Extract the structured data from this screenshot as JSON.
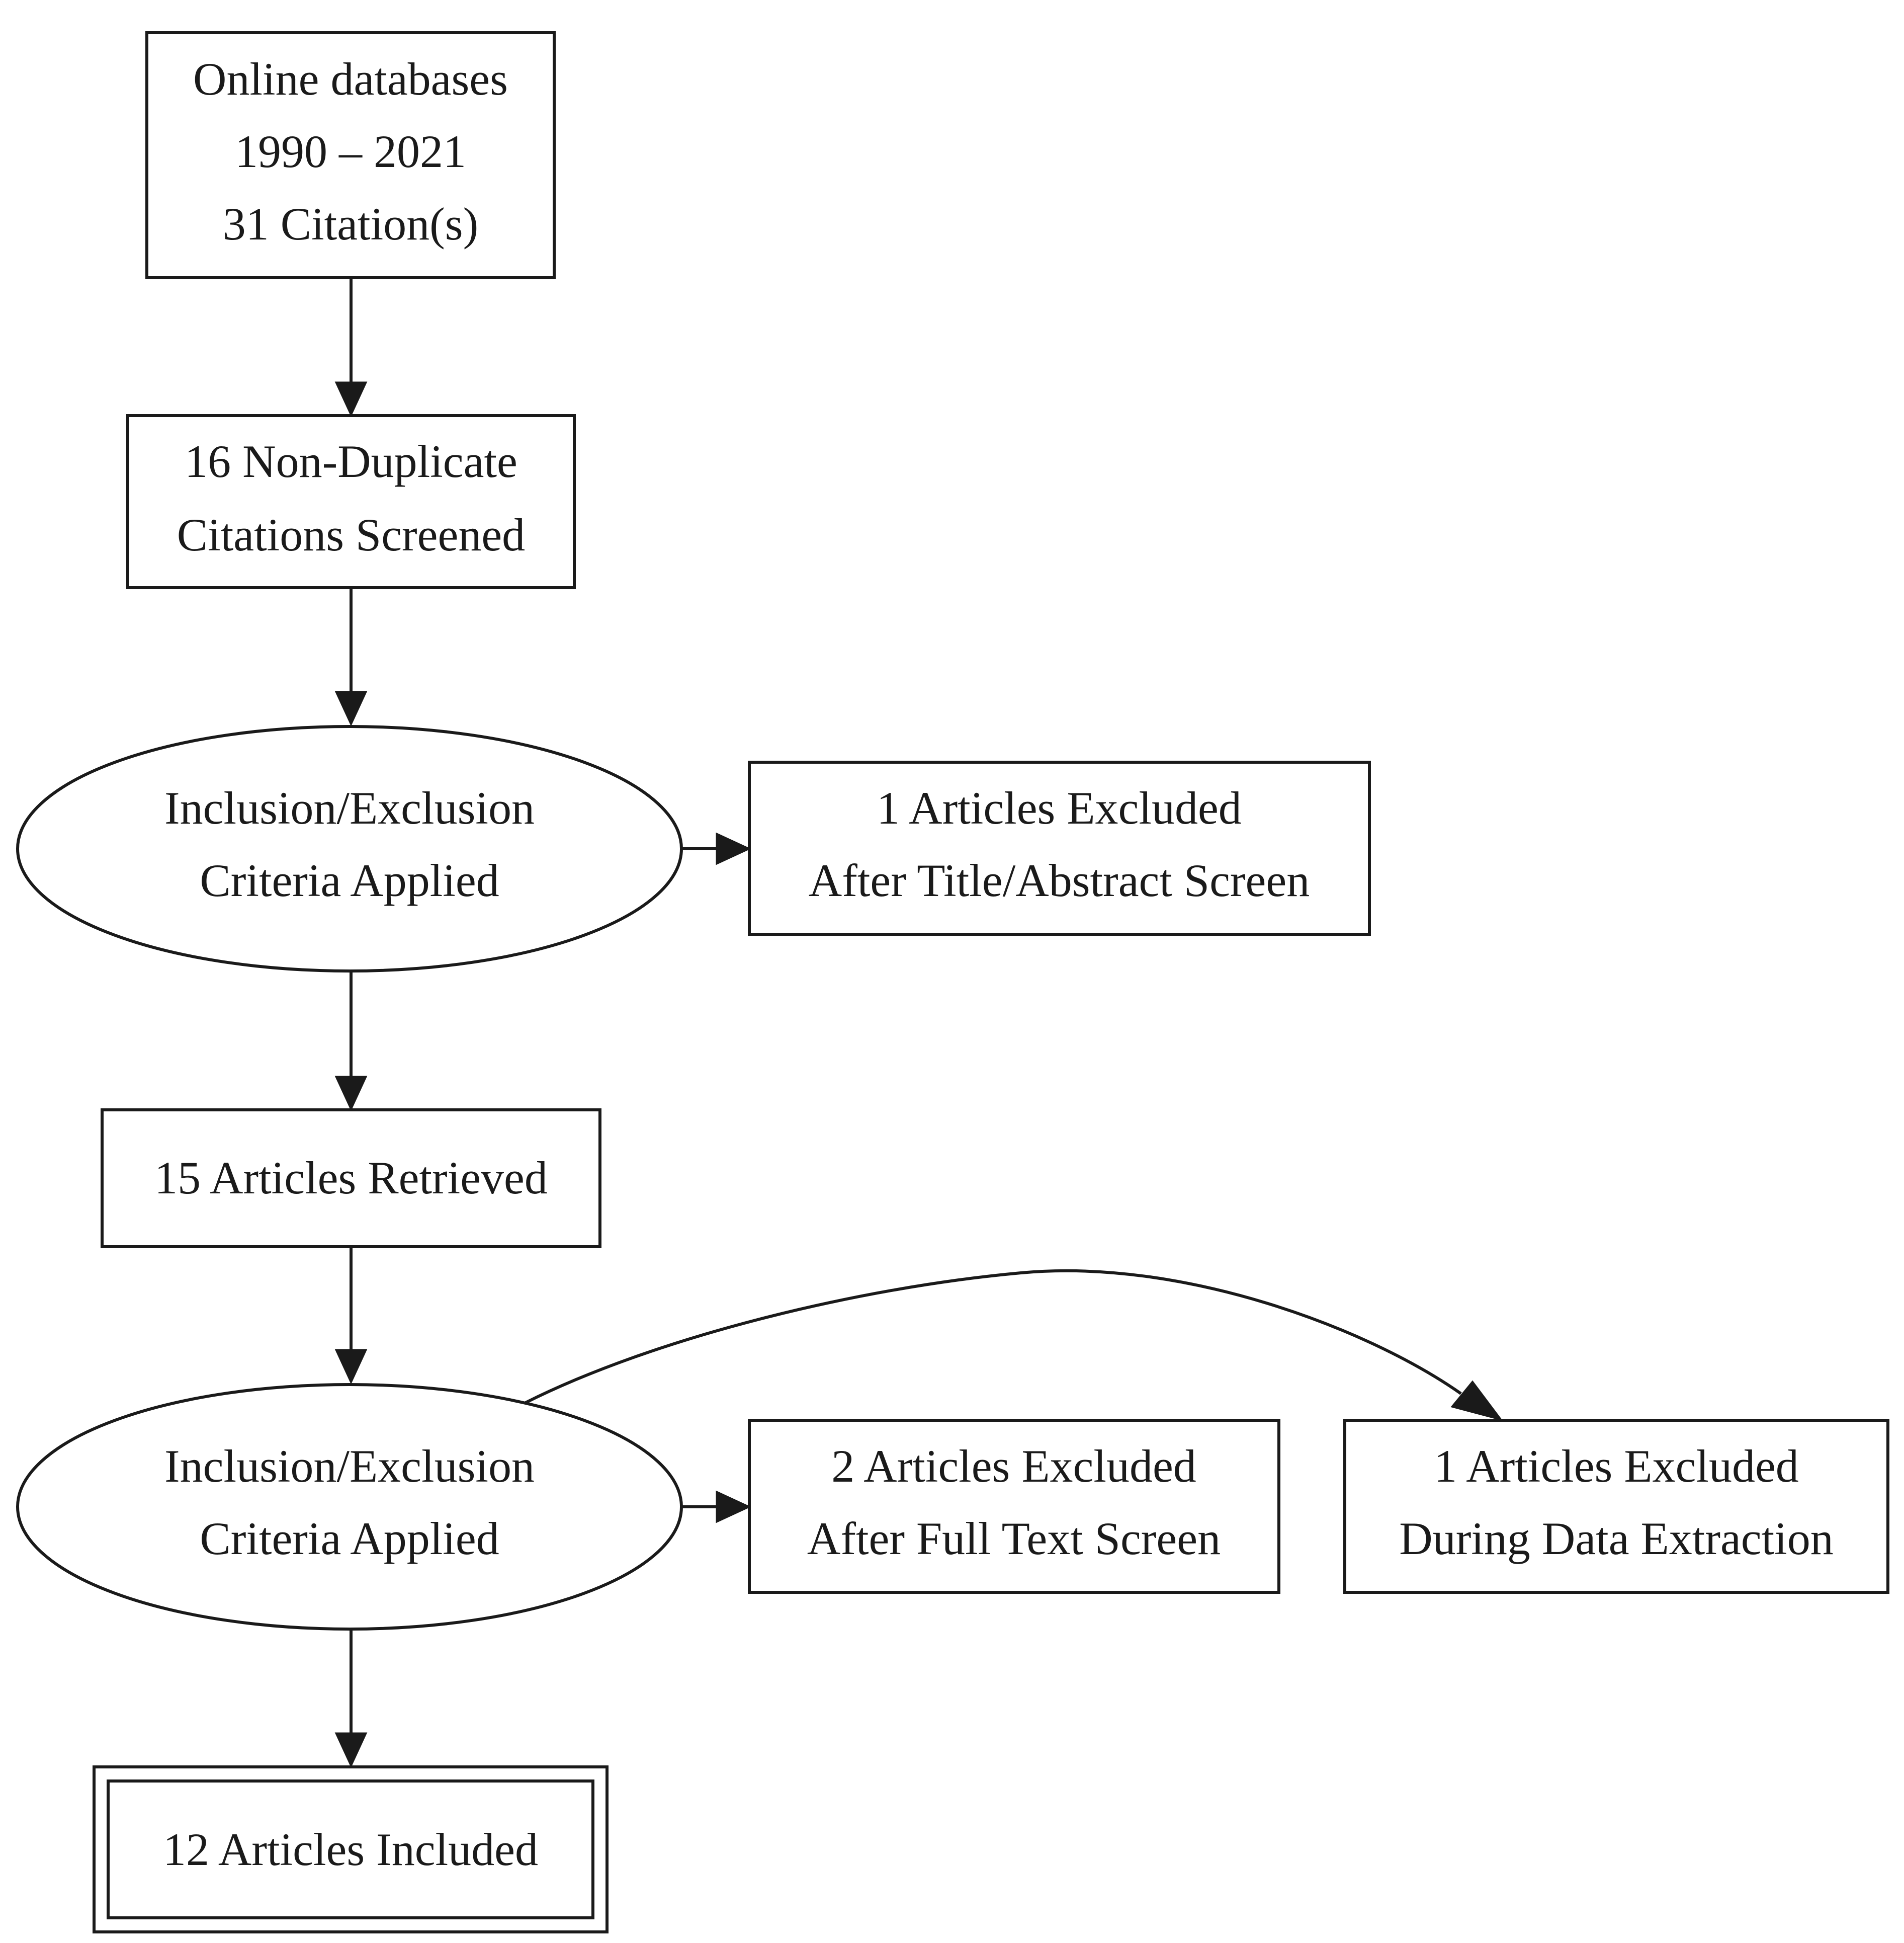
{
  "flowchart": {
    "nodes": [
      {
        "id": "databases",
        "lines": [
          "Online databases",
          "1990 – 2021",
          "31 Citation(s)"
        ]
      },
      {
        "id": "screened",
        "lines": [
          "16 Non-Duplicate",
          "Citations Screened"
        ]
      },
      {
        "id": "criteria1",
        "lines": [
          "Inclusion/Exclusion",
          "Criteria Applied"
        ]
      },
      {
        "id": "excluded-title",
        "lines": [
          "1 Articles Excluded",
          "After Title/Abstract Screen"
        ]
      },
      {
        "id": "retrieved",
        "lines": [
          "15 Articles Retrieved"
        ]
      },
      {
        "id": "criteria2",
        "lines": [
          "Inclusion/Exclusion",
          "Criteria Applied"
        ]
      },
      {
        "id": "excluded-fulltext",
        "lines": [
          "2 Articles Excluded",
          "After Full Text Screen"
        ]
      },
      {
        "id": "excluded-extraction",
        "lines": [
          "1 Articles Excluded",
          "During Data Extraction"
        ]
      },
      {
        "id": "included",
        "lines": [
          "12 Articles Included"
        ]
      }
    ],
    "edges": [
      {
        "from": "databases",
        "to": "screened"
      },
      {
        "from": "screened",
        "to": "criteria1"
      },
      {
        "from": "criteria1",
        "to": "excluded-title"
      },
      {
        "from": "criteria1",
        "to": "retrieved"
      },
      {
        "from": "retrieved",
        "to": "criteria2"
      },
      {
        "from": "criteria2",
        "to": "excluded-fulltext"
      },
      {
        "from": "criteria2",
        "to": "excluded-extraction"
      },
      {
        "from": "criteria2",
        "to": "included"
      }
    ]
  }
}
